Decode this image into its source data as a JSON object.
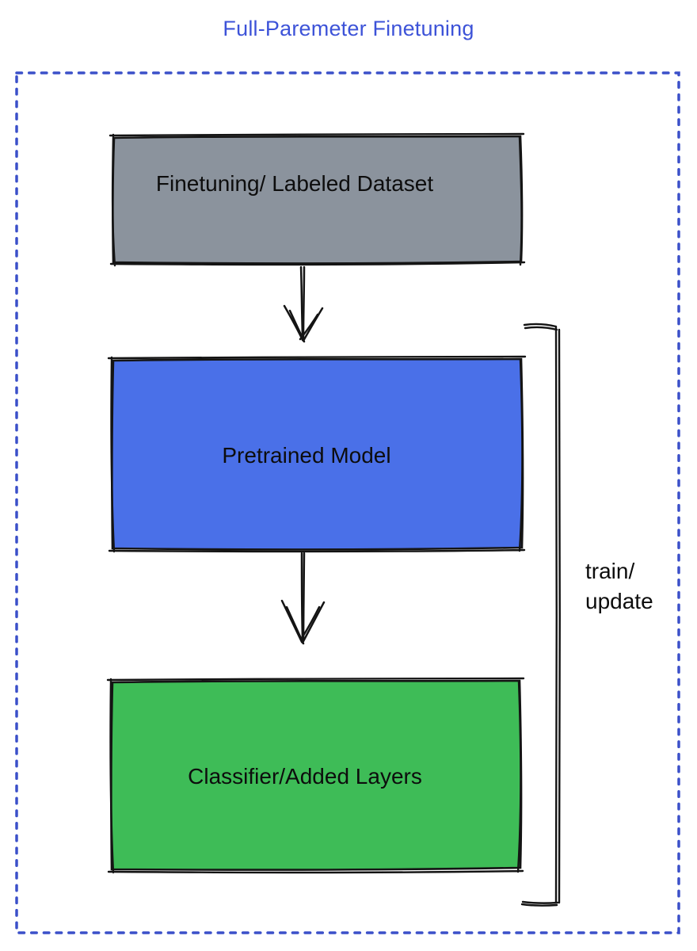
{
  "title": "Full-Paremeter Finetuning",
  "colors": {
    "title_text": "#3d53d8",
    "dotted_border": "#3b50c9",
    "sketch_stroke": "#141414",
    "dataset_box_fill": "#8b939d",
    "pretrained_box_fill": "#4a70e8",
    "classifier_box_fill": "#3ebc57"
  },
  "nodes": [
    {
      "id": "dataset-box",
      "label": "Finetuning/ Labeled Dataset"
    },
    {
      "id": "pretrained-box",
      "label": "Pretrained Model"
    },
    {
      "id": "classifier-box",
      "label": "Classifier/Added Layers"
    }
  ],
  "edges": [
    {
      "from": "dataset-box",
      "to": "pretrained-box",
      "style": "sketchy-arrow-down"
    },
    {
      "from": "pretrained-box",
      "to": "classifier-box",
      "style": "sketchy-arrow-down"
    }
  ],
  "bracket": {
    "line1": "train/",
    "line2": "update",
    "spans": "pretrained-box and classifier-box"
  }
}
